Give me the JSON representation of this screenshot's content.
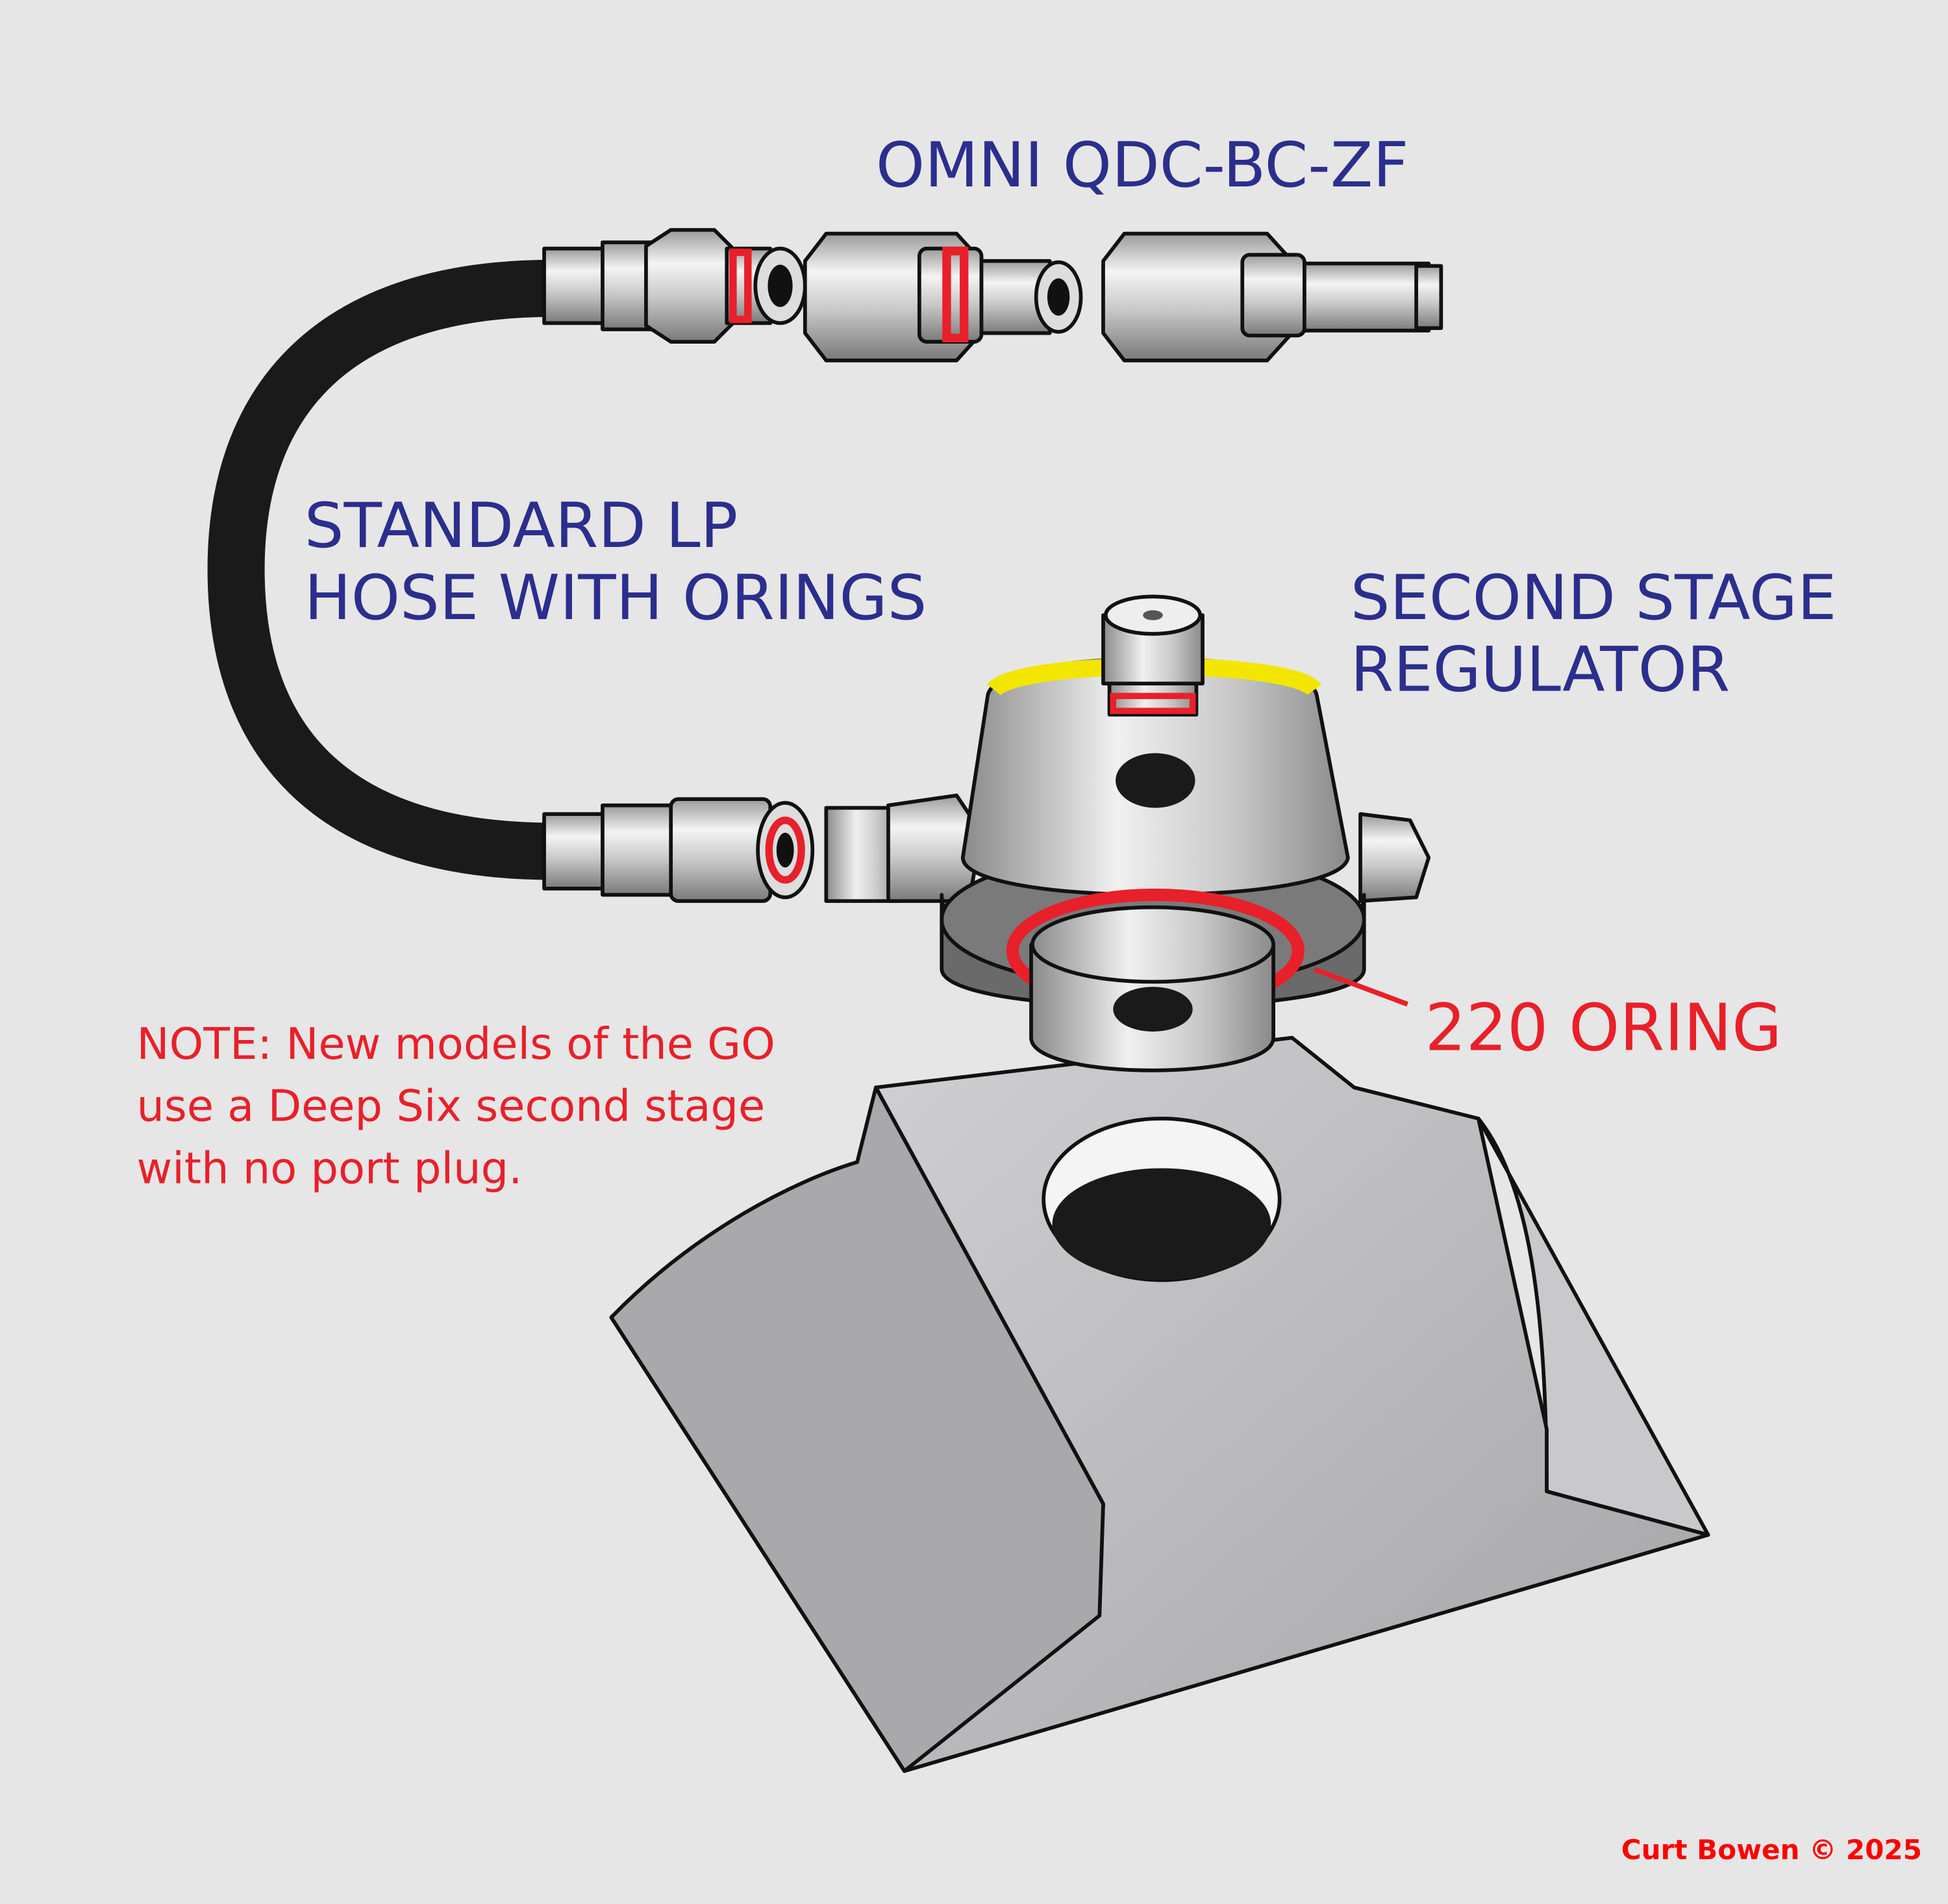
{
  "labels": {
    "coupler": "OMNI QDC-BC-ZF",
    "hose_line1": "STANDARD LP",
    "hose_line2": "HOSE WITH ORINGS",
    "regulator_line1": "SECOND STAGE",
    "regulator_line2": "REGULATOR",
    "oring": "220 ORING"
  },
  "note": {
    "line1": "NOTE: New models of the GO",
    "line2": "use a Deep Six second stage",
    "line3": "with no port plug."
  },
  "credit": "Curt Bowen © 2025",
  "colors": {
    "background": "#e6e6e6",
    "label_blue": "#2b2e8c",
    "note_red": "#e8202a",
    "oring_red": "#e8202a",
    "hose": "#1a1a1a",
    "yellow_band": "#f2e600"
  }
}
